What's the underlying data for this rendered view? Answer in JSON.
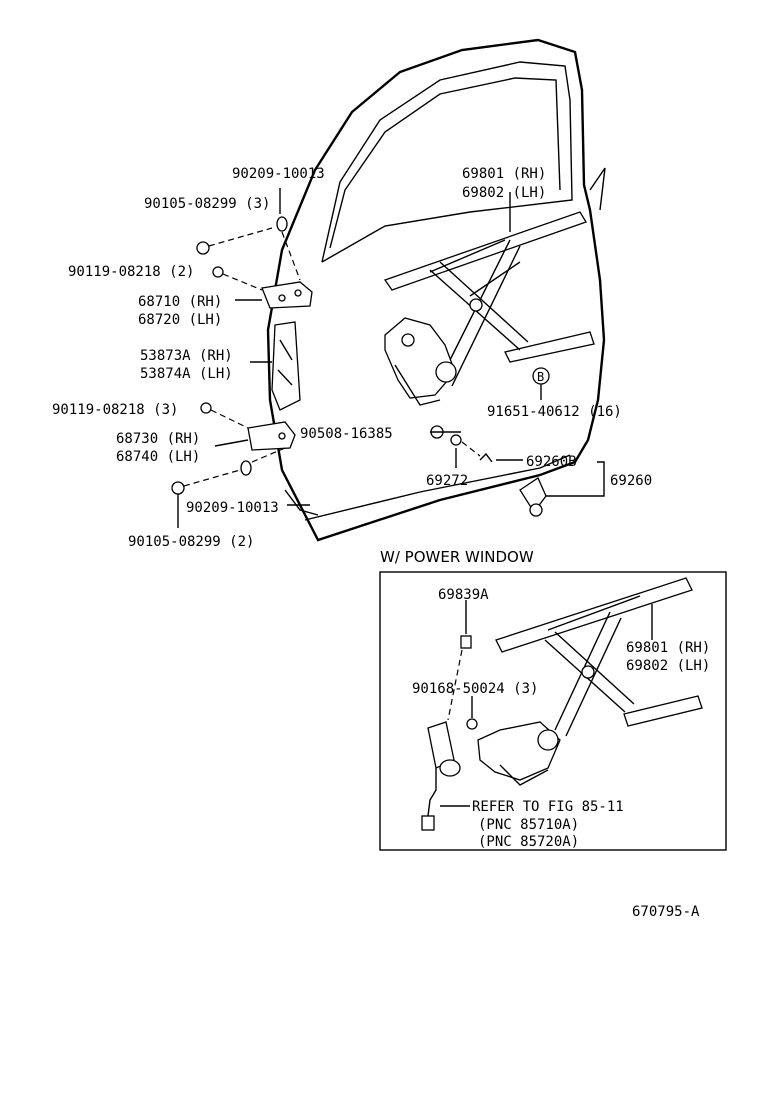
{
  "labels": {
    "p90209_top": "90209-10013",
    "p90105_top": "90105-08299 (3)",
    "p90119_top": "90119-08218 (2)",
    "p68710": "68710 (RH)",
    "p68720": "68720 (LH)",
    "p53873a": "53873A (RH)",
    "p53874a": "53874A (LH)",
    "p90119_mid": "90119-08218 (3)",
    "p68730": "68730 (RH)",
    "p68740": "68740 (LH)",
    "p90209_bot": "90209-10013",
    "p90105_bot": "90105-08299 (2)",
    "p69801": "69801 (RH)",
    "p69802": "69802 (LH)",
    "p90508": "90508-16385",
    "p91651": "91651-40612 (16)",
    "p69272": "69272",
    "p69260b": "69260B",
    "p69260": "69260",
    "callout_b": "B"
  },
  "power_window": {
    "title": "W/ POWER WINDOW",
    "p69839a": "69839A",
    "p69801": "69801 (RH)",
    "p69802": "69802 (LH)",
    "p90168": "90168-50024 (3)",
    "refer": "REFER TO FIG 85-11",
    "pnc1": "(PNC 85710A)",
    "pnc2": "(PNC 85720A)"
  },
  "figure_id": "670795-A"
}
